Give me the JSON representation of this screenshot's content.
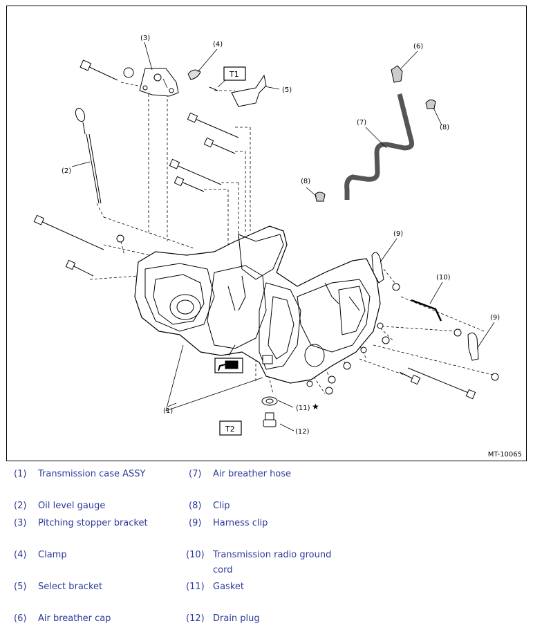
{
  "figure": {
    "reference_code": "MT-10065",
    "callouts": [
      "(1)",
      "(2)",
      "(3)",
      "(4)",
      "(5)",
      "(6)",
      "(7)",
      "(8)",
      "(8)",
      "(9)",
      "(9)",
      "(10)",
      "(11)",
      "(12)"
    ],
    "torque_tags": [
      "T1",
      "T2"
    ],
    "star_mark": "★"
  },
  "legend": {
    "items": [
      {
        "num": "(1)",
        "label": "Transmission case ASSY"
      },
      {
        "num": "(2)",
        "label": "Oil level gauge"
      },
      {
        "num": "(3)",
        "label": "Pitching stopper bracket"
      },
      {
        "num": "(4)",
        "label": "Clamp"
      },
      {
        "num": "(5)",
        "label": "Select bracket"
      },
      {
        "num": "(6)",
        "label": "Air breather cap"
      },
      {
        "num": "(7)",
        "label": "Air breather hose"
      },
      {
        "num": "(8)",
        "label": "Clip"
      },
      {
        "num": "(9)",
        "label": "Harness clip"
      },
      {
        "num": "(10)",
        "label": "Transmission radio ground cord"
      },
      {
        "num": "(11)",
        "label": "Gasket"
      },
      {
        "num": "(12)",
        "label": "Drain plug"
      }
    ]
  }
}
